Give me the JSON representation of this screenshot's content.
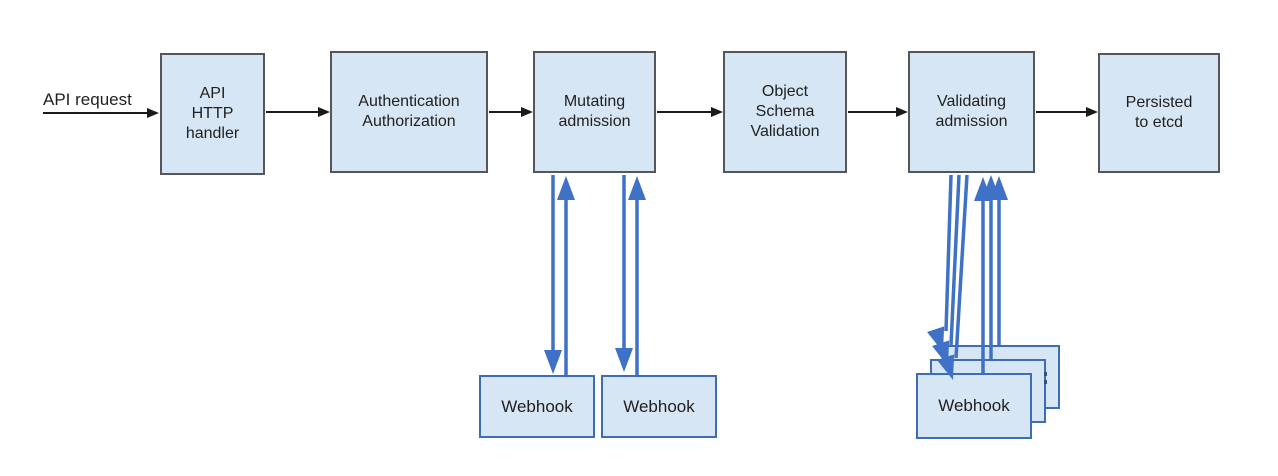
{
  "diagram": {
    "title_hint": "Kubernetes API request admission flow",
    "request_label": "API request",
    "flow_nodes": [
      {
        "id": "api-http-handler",
        "label": "API\nHTTP\nhandler"
      },
      {
        "id": "authentication-authorization",
        "label": "Authentication\nAuthorization"
      },
      {
        "id": "mutating-admission",
        "label": "Mutating\nadmission"
      },
      {
        "id": "object-schema-validation",
        "label": "Object\nSchema\nValidation"
      },
      {
        "id": "validating-admission",
        "label": "Validating\nadmission"
      },
      {
        "id": "persisted-to-etcd",
        "label": "Persisted\nto etcd"
      }
    ],
    "webhook_nodes": [
      {
        "id": "mutating-webhook-1",
        "label": "Webhook"
      },
      {
        "id": "mutating-webhook-2",
        "label": "Webhook"
      },
      {
        "id": "validating-webhook-stack",
        "label": "Webhook"
      }
    ],
    "colors": {
      "background": "#ffffff",
      "box_fill": "#d7e6f4",
      "flow_border": "#55565a",
      "webhook_border": "#3e6db5",
      "arrow_blue": "#3f72c6",
      "arrow_black": "#1a1a1a",
      "text": "#1f1f1f"
    }
  }
}
